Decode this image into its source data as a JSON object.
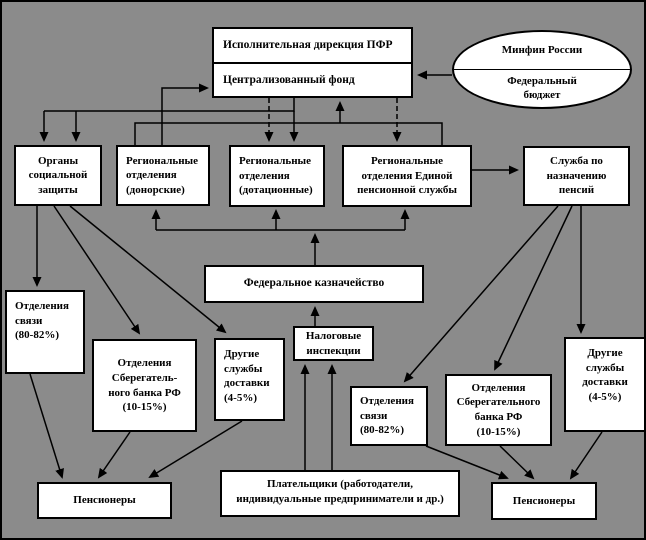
{
  "diagram": {
    "description": "Schema of financial flows of the Pension Fund of Russia",
    "colors": {
      "background": "#8b8b8b",
      "box_fill": "#ffffff",
      "line": "#000000"
    },
    "nodes": {
      "directorate_top": "Исполнительная дирекция ПФР",
      "directorate_bottom": "Централизованный фонд",
      "minfin_top": "Минфин России",
      "minfin_bottom": "Федеральный\nбюджет",
      "social_protection": "Органы\nсоциальной\nзащиты",
      "regional_donor": "Региональные\nотделения\n(донорские)",
      "regional_subsidized": "Региональные\nотделения\n(дотационные)",
      "regional_eps": "Региональные\nотделения Единой\nпенсионной  службы",
      "pension_assignment_service": "Служба по\nназначению\nпенсий",
      "federal_treasury": "Федеральное казначейство",
      "tax_inspections": "Налоговые\nинспекции",
      "post_offices_left": "Отделения\nсвязи\n(80-82%)",
      "sberbank_left": "Отделения\nСберегатель-\nного банка РФ\n(10-15%)",
      "other_delivery_left": "Другие\nслужбы\nдоставки\n(4-5%)",
      "post_offices_right": "Отделения\nсвязи\n(80-82%)",
      "sberbank_right": "Отделения\nСберегательного\nбанка РФ\n(10-15%)",
      "other_delivery_right": "Другие\nслужбы\nдоставки\n(4-5%)",
      "pensioners_left": "Пенсионеры",
      "payers": "Плательщики (работодатели,\nиндивидуальные предприниматели  и др.)",
      "pensioners_right": "Пенсионеры"
    }
  }
}
